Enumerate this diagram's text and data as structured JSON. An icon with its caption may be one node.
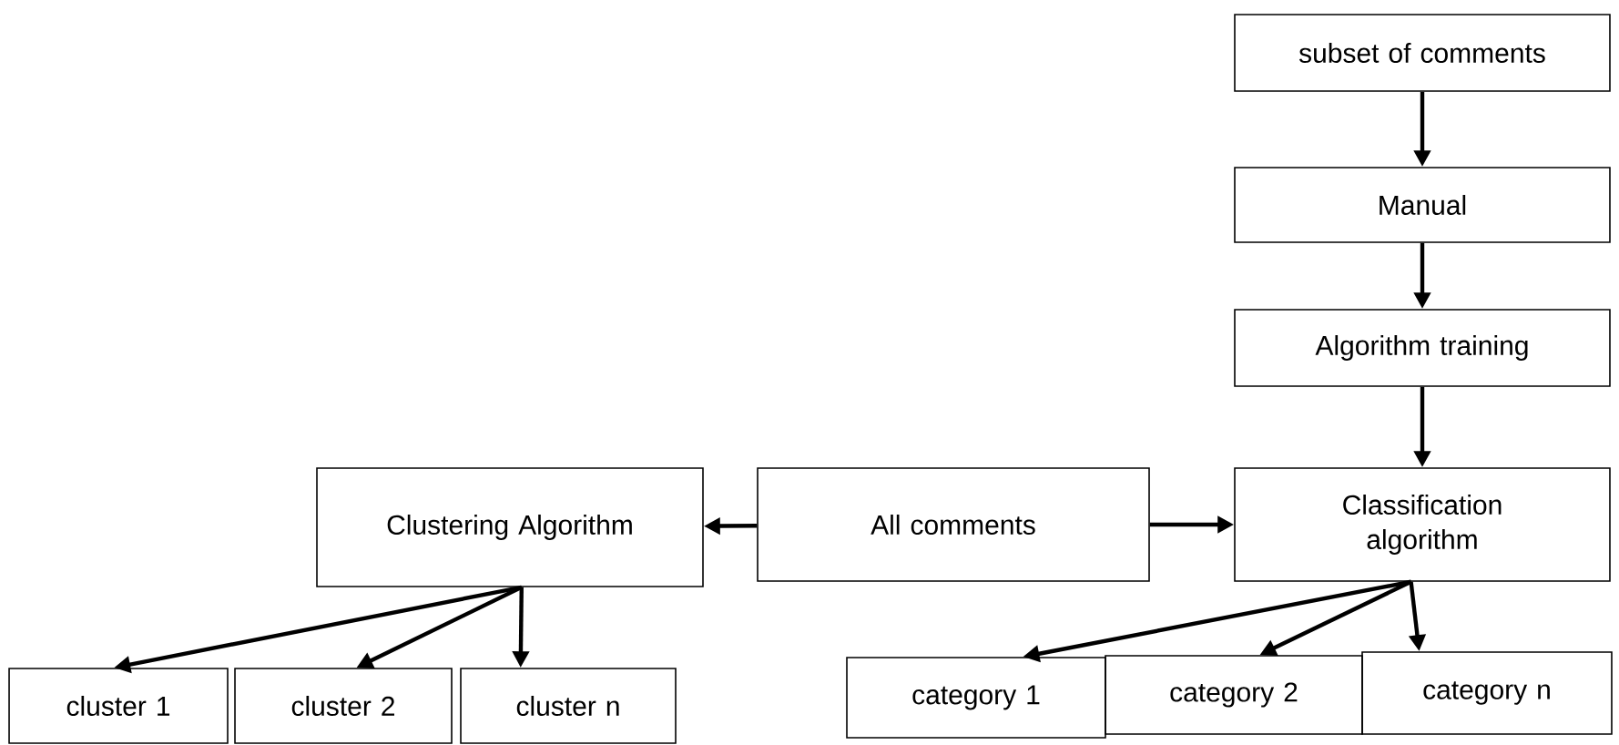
{
  "diagram": {
    "nodes": [
      {
        "text": [
          "subset of comments"
        ]
      },
      {
        "text": [
          "Manual"
        ]
      },
      {
        "text": [
          "Algorithm training"
        ]
      },
      {
        "text": [
          "Classification algorithm"
        ]
      },
      {
        "text": [
          "All comments"
        ]
      },
      {
        "text": [
          "Clustering Algorithm"
        ]
      },
      {
        "text": [
          "cluster 1"
        ]
      },
      {
        "text": [
          "cluster 2"
        ]
      },
      {
        "text": [
          "cluster n"
        ]
      },
      {
        "text": [
          "category 1"
        ]
      },
      {
        "text": [
          "category 2"
        ]
      },
      {
        "text": [
          "category n"
        ]
      }
    ],
    "edges": [
      {
        "from": 0,
        "to": 1,
        "arrow": "to"
      },
      {
        "from": 1,
        "to": 2,
        "arrow": "to"
      },
      {
        "from": 2,
        "to": 3,
        "arrow": "to"
      },
      {
        "from": 4,
        "to": 3,
        "arrow": "to"
      },
      {
        "from": 4,
        "to": 5,
        "arrow": "to"
      },
      {
        "from": 5,
        "to": 6,
        "arrow": "to"
      },
      {
        "from": 5,
        "to": 7,
        "arrow": "to"
      },
      {
        "from": 5,
        "to": 8,
        "arrow": "to"
      },
      {
        "from": 3,
        "to": 9,
        "arrow": "to"
      },
      {
        "from": 3,
        "to": 10,
        "arrow": "to"
      },
      {
        "from": 3,
        "to": 11,
        "arrow": "to"
      }
    ]
  }
}
